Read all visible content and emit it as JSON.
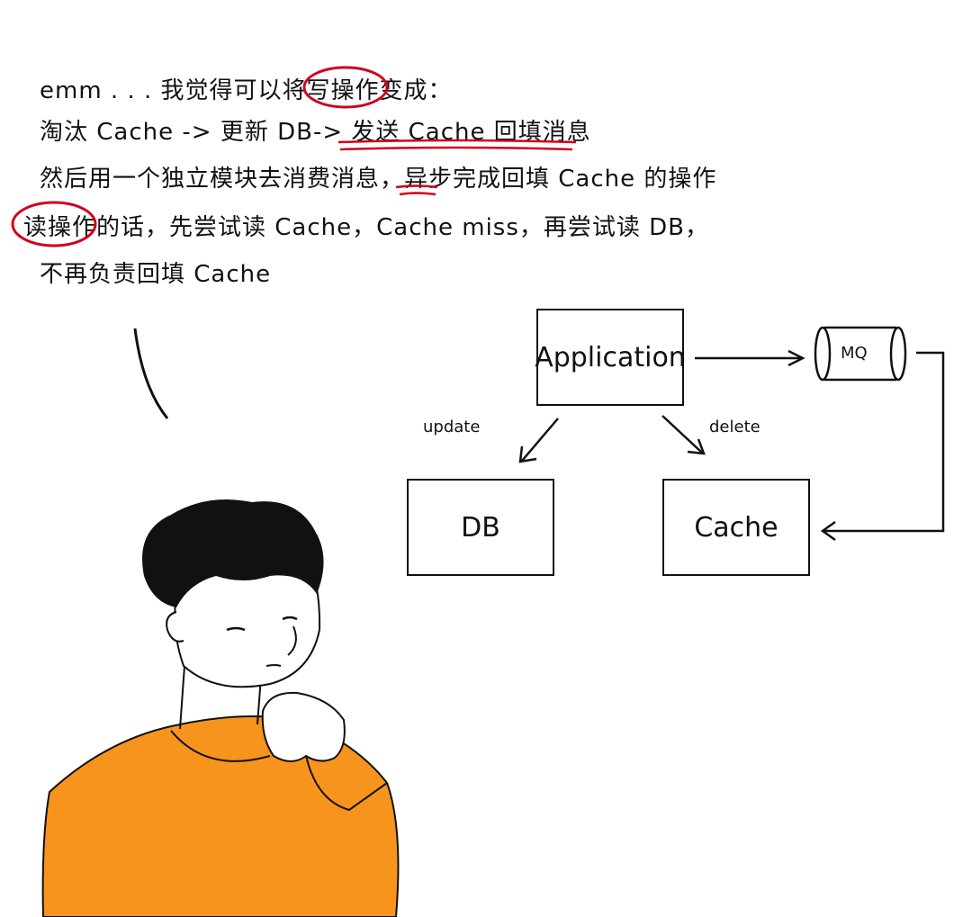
{
  "text_lines": [
    "emm . . . 我觉得可以将写操作变成：",
    "淘汰 Cache -> 更新 DB-> 发送 Cache 回填消息",
    "然后用一个独立模块去消费消息，异步完成回填 Cache 的操作",
    "读操作的话，先尝试读 Cache，Cache miss，再尝试读 DB，",
    "不再负责回填 Cache"
  ],
  "diagram": {
    "nodes": {
      "application": "Application",
      "db": "DB",
      "cache": "Cache",
      "mq": "MQ"
    },
    "edges": {
      "update": "update",
      "delete": "delete"
    }
  },
  "colors": {
    "annotation": "#d0021b",
    "shirt": "#f7941d",
    "ink": "#111111"
  }
}
